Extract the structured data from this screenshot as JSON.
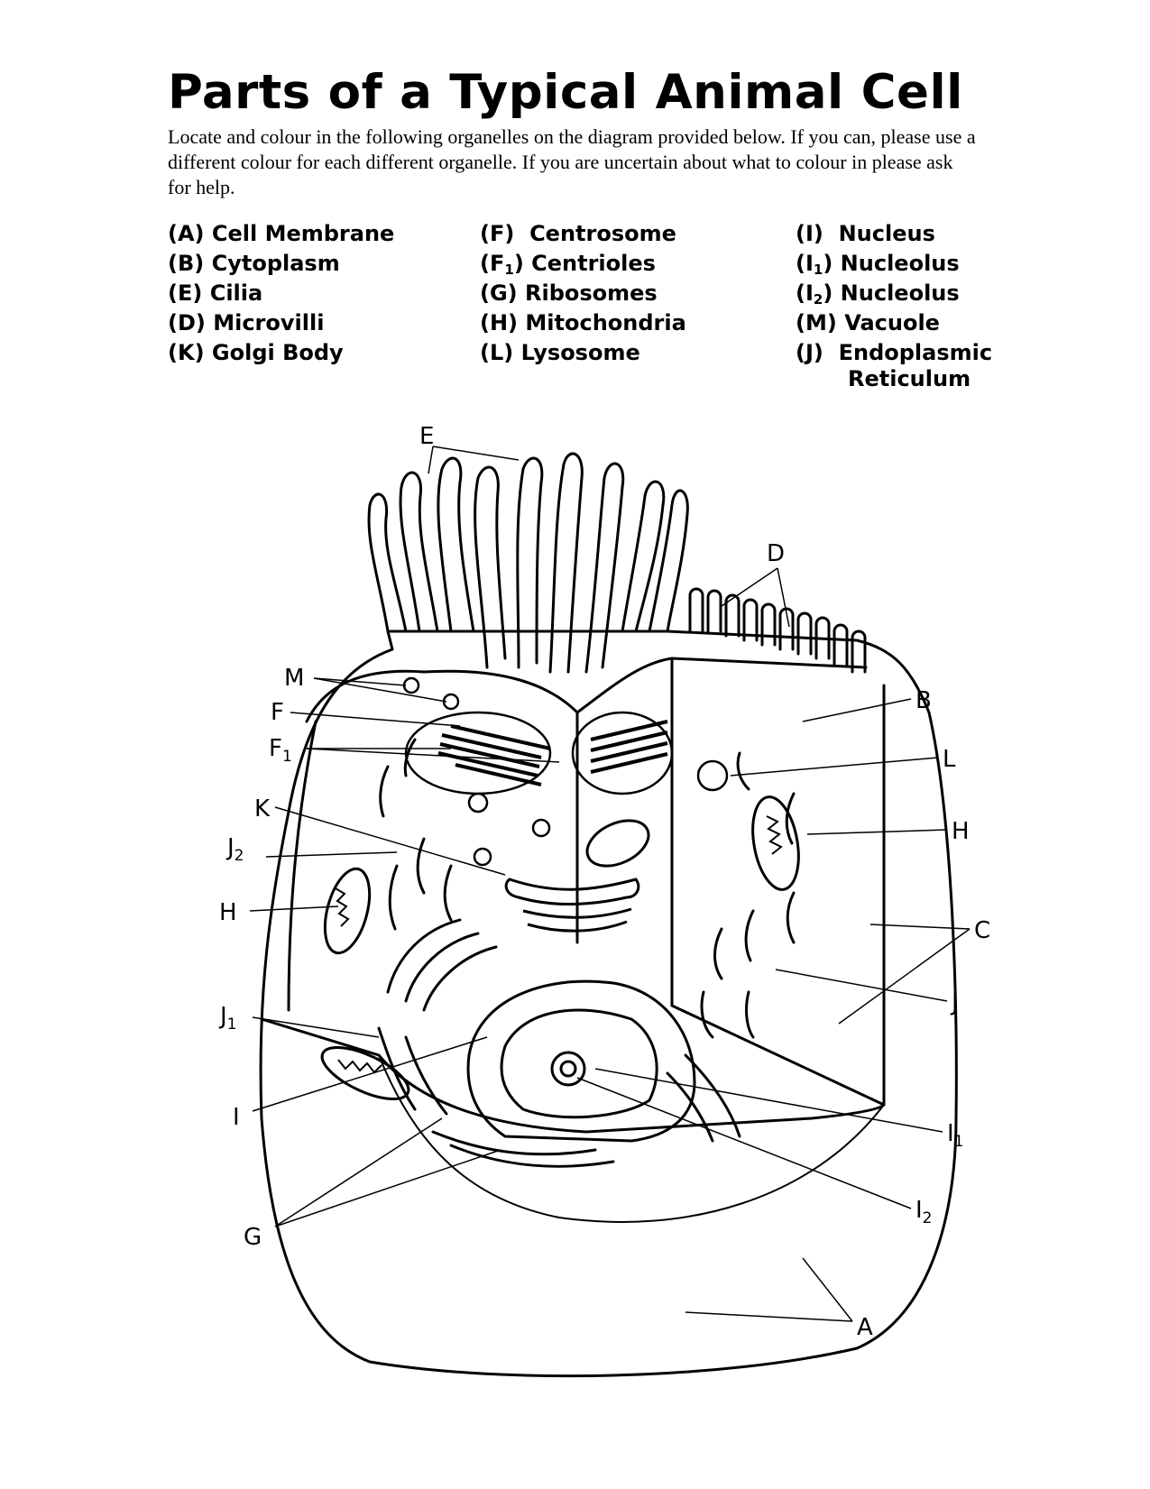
{
  "title": "Parts of a Typical Animal Cell",
  "instructions": "Locate and colour in the following organelles on the diagram provided below. If you can, please use a different colour for each different organelle. If you are uncertain about what to colour in please ask for help.",
  "legend": {
    "col1": [
      {
        "code": "(A)",
        "name": "Cell Membrane"
      },
      {
        "code": "(B)",
        "name": "Cytoplasm"
      },
      {
        "code": "(E)",
        "name": "Cilia"
      },
      {
        "code": "(D)",
        "name": "Microvilli"
      },
      {
        "code": "(K)",
        "name": "Golgi Body"
      }
    ],
    "col2": [
      {
        "code": "(F)",
        "name": "Centrosome"
      },
      {
        "code_letter": "(F",
        "code_sub": "1",
        "code_end": ")",
        "name": "Centrioles"
      },
      {
        "code": "(G)",
        "name": "Ribosomes"
      },
      {
        "code": "(H)",
        "name": "Mitochondria"
      },
      {
        "code": "(L)",
        "name": "Lysosome"
      }
    ],
    "col3": [
      {
        "code": "(I)",
        "name": "Nucleus"
      },
      {
        "code_letter": "(I",
        "code_sub": "1",
        "code_end": ")",
        "name": "Nucleolus"
      },
      {
        "code_letter": "(I",
        "code_sub": "2",
        "code_end": ")",
        "name": "Nucleolus"
      },
      {
        "code": "(M)",
        "name": "Vacuole"
      },
      {
        "code": "(J)",
        "name": "Endoplasmic",
        "name_cont": "Reticulum"
      }
    ]
  },
  "diagram_labels": {
    "E": "E",
    "D": "D",
    "M": "M",
    "F": "F",
    "F1": "F",
    "K": "K",
    "J2": "J",
    "H_left": "H",
    "J1": "J",
    "I": "I",
    "G": "G",
    "B": "B",
    "L": "L",
    "H_right": "H",
    "C": "C",
    "J": "J",
    "I1": "I",
    "I2": "I",
    "A": "A",
    "sub1": "1",
    "sub2": "2"
  },
  "colors": {
    "ink": "#000000",
    "paper": "#ffffff"
  }
}
